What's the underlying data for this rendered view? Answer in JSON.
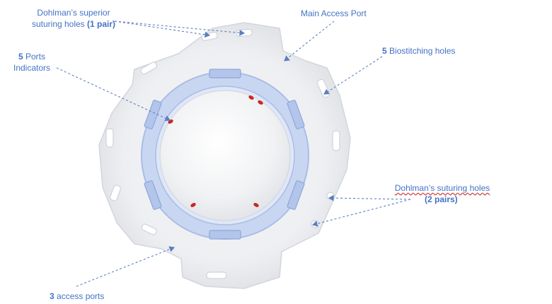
{
  "labels": {
    "superior_holes": {
      "line1": "Dohlman’s superior",
      "line2_prefix": "suturing holes ",
      "line2_bold": "(1 pair)"
    },
    "main_access_port": {
      "text": "Main Access Port"
    },
    "ports_indicators": {
      "line1_bold": "5",
      "line1_rest": " Ports",
      "line2": "Indicators"
    },
    "biostitching_holes": {
      "bold": "5",
      "rest": " Biostitching holes"
    },
    "suturing_holes": {
      "line1": "Dohlman’s suturing holes",
      "line2_bold": "(2 pairs)"
    },
    "access_ports": {
      "bold": "3",
      "rest": " access ports"
    }
  },
  "colors": {
    "label_text": "#4472c4",
    "leader_line": "#5b7fc0",
    "ring_blue": "#b7c9ec",
    "device_edge": "#d2d6dc",
    "indicator_red": "#c8281e"
  }
}
